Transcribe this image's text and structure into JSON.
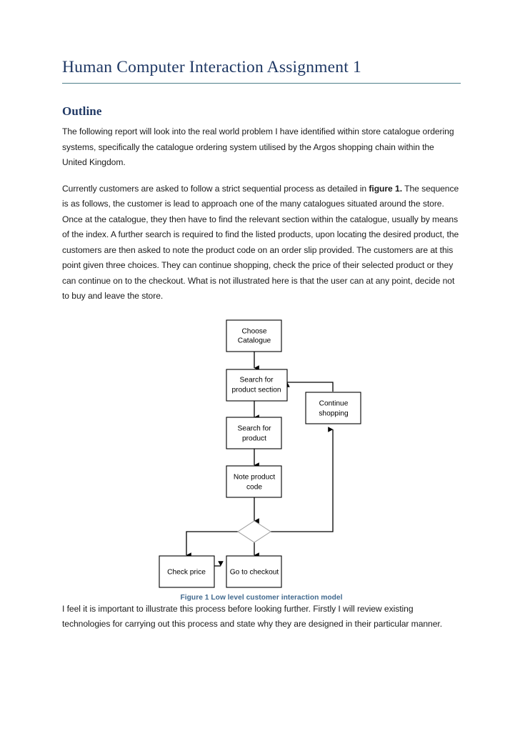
{
  "document": {
    "title": "Human Computer Interaction Assignment 1",
    "heading_outline": "Outline",
    "paragraphs": {
      "p1": "The following report will look into the real world problem I have identified within store catalogue ordering systems, specifically the catalogue ordering system utilised by the Argos shopping chain within the United Kingdom.",
      "p2_part1": "Currently customers are asked to follow a strict sequential process as detailed in ",
      "p2_bold": "figure 1.",
      "p2_part2": " The sequence is as follows, the customer is lead to approach one of the many catalogues situated around the store. Once at the catalogue, they then have to find the relevant section within the catalogue, usually by means of the index. A further search is required to find the listed products, upon locating the desired product, the customers are then asked to note the product code on an order slip provided.  The customers are at this point given three choices. They can continue shopping, check the price of their selected product or they can continue on to the checkout. What is not illustrated here is that the user can at any point, decide not to buy and leave the store.",
      "p3": "I feel it is important to illustrate this process before looking further. Firstly I will review existing technologies for carrying out this process and state why they are designed in their particular manner."
    },
    "figure": {
      "caption": "Figure 1 Low level customer interaction model",
      "nodes": {
        "choose_catalogue_line1": "Choose",
        "choose_catalogue_line2": "Catalogue",
        "search_section_line1": "Search for",
        "search_section_line2": "product section",
        "search_product_line1": "Search for",
        "search_product_line2": "product",
        "note_code_line1": "Note product",
        "note_code_line2": "code",
        "continue_shopping_line1": "Continue",
        "continue_shopping_line2": "shopping",
        "check_price": "Check price",
        "go_to_checkout": "Go to checkout",
        "decision": ""
      }
    },
    "colors": {
      "title_text": "#1f3864",
      "title_rule": "#4f7f8b",
      "caption_text": "#41698e",
      "body_text": "#1a1a1a",
      "diagram_stroke": "#000000",
      "page_background": "#ffffff"
    }
  }
}
